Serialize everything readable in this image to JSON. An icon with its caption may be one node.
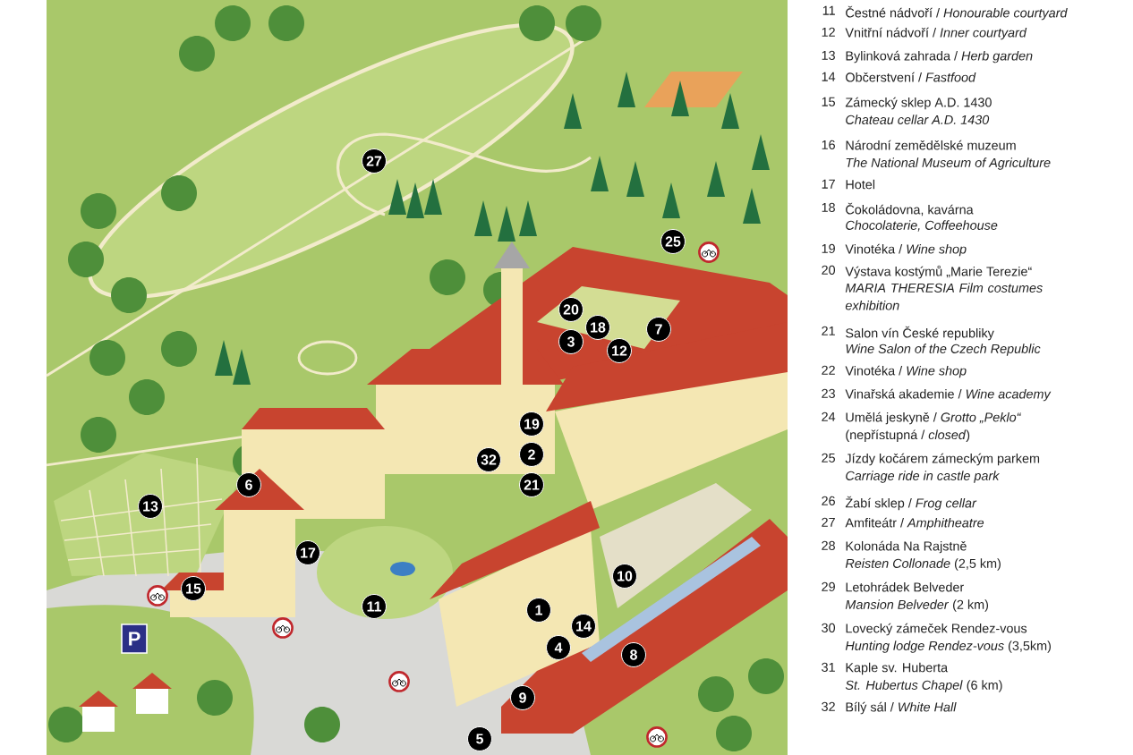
{
  "diagram": {
    "labels": [
      "27",
      "25",
      "20",
      "18",
      "7",
      "3",
      "12",
      "19",
      "32",
      "2",
      "6",
      "21",
      "13",
      "17",
      "10",
      "15",
      "11",
      "1",
      "14",
      "P",
      "4",
      "8",
      "9",
      "5",
      "11",
      "Čestné nádvoří / *Honourable courtyard*",
      "12",
      "Vnitřní nádvoří / *Inner courtyard*",
      "13",
      "Bylinková zahrada / *Herb garden*",
      "14",
      "Občerstvení / *Fastfood*",
      "15",
      "Zámecký sklep A.D. 1430",
      "Chateau cellar A.D. 1430",
      "16",
      "Národní zemědělské muzeum",
      "The National Museum of Agriculture",
      "17",
      "Hotel",
      "18",
      "Čokoládovna, kavárna",
      "Chocolaterie, Coffeehouse",
      "19",
      "Vinotéka / *Wine shop*",
      "20",
      "Výstava kostýmů „Marie Terezie“",
      "MARIA THERESIA Film costumes exhibition",
      "21",
      "Salon vín České republiky",
      "Wine Salon of the Czech Republic",
      "22",
      "Vinotéka / *Wine shop*",
      "23",
      "Vinařská akademie / *Wine academy*",
      "24",
      "Umělá jeskyně / *Grotto „Peklo“*",
      "(nepřístupná / *closed*)",
      "25",
      "Jízdy kočárem zámeckým parkem",
      "Carriage ride in castle park",
      "26",
      "Žabí sklep / *Frog cellar*",
      "27",
      "Amfiteátr / *Amphitheatre*",
      "28",
      "Kolonáda Na Rajstně",
      "*Reisten Collonade* (2,5 km)",
      "29",
      "Letohrádek Belveder",
      "*Mansion Belveder* (2 km)",
      "30",
      "Lovecký zámeček Rendez-vous",
      "*Hunting lodge Rendez-vous* (3,5km)",
      "31",
      "Kaple sv. Huberta",
      "*St. Hubertus Chapel* (6 km)",
      "32",
      "Bílý sál / *White Hall*"
    ]
  }
}
